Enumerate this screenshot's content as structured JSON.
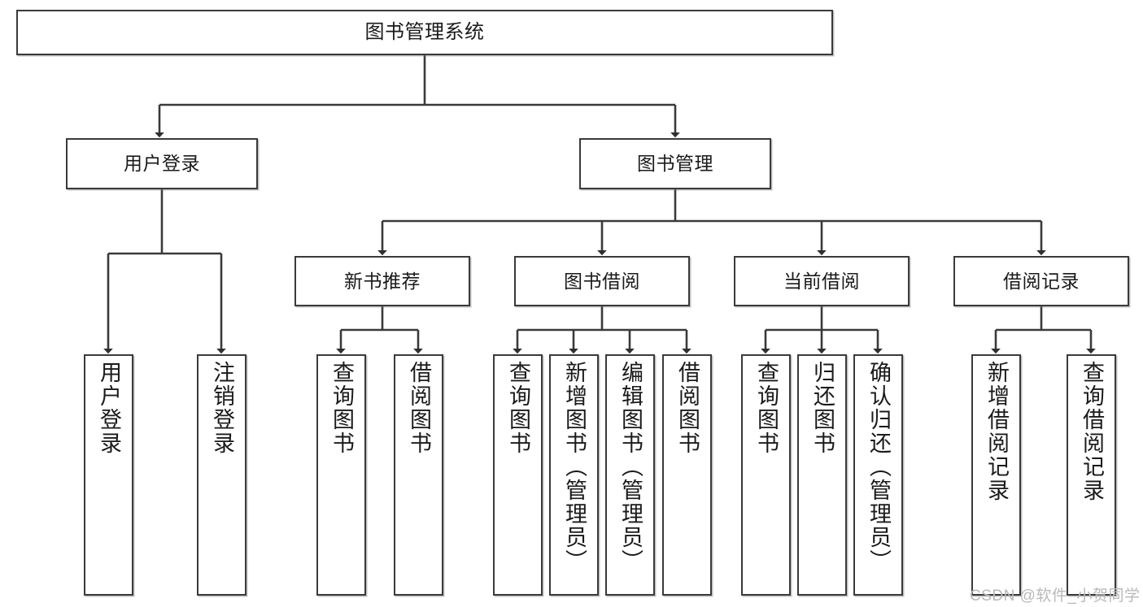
{
  "diagram": {
    "title": "图书管理系统",
    "type": "hierarchy-tree",
    "watermark": "CSDN @软件_小贺同学"
  },
  "nodes": {
    "root": {
      "label": "图书管理系统"
    },
    "level2": [
      {
        "label": "用户登录"
      },
      {
        "label": "图书管理"
      }
    ],
    "level3": [
      {
        "label": "新书推荐"
      },
      {
        "label": "图书借阅"
      },
      {
        "label": "当前借阅"
      },
      {
        "label": "借阅记录"
      }
    ],
    "leaves": {
      "user_login": [
        {
          "label": "用户登录"
        },
        {
          "label": "注销登录"
        }
      ],
      "new_book": [
        {
          "label": "查询图书"
        },
        {
          "label": "借阅图书"
        }
      ],
      "book_borrow": [
        {
          "label": "查询图书"
        },
        {
          "label": "新增图书（管理员）"
        },
        {
          "label": "编辑图书（管理员）"
        },
        {
          "label": "借阅图书"
        }
      ],
      "current_borrow": [
        {
          "label": "查询图书"
        },
        {
          "label": "归还图书"
        },
        {
          "label": "确认归还（管理员）"
        }
      ],
      "borrow_record": [
        {
          "label": "新增借阅记录"
        },
        {
          "label": "查询借阅记录"
        }
      ]
    }
  },
  "colors": {
    "stroke": "#3a3a3a",
    "text": "#1a1a1a",
    "background": "#ffffff",
    "watermark": "#b9b9b9"
  }
}
